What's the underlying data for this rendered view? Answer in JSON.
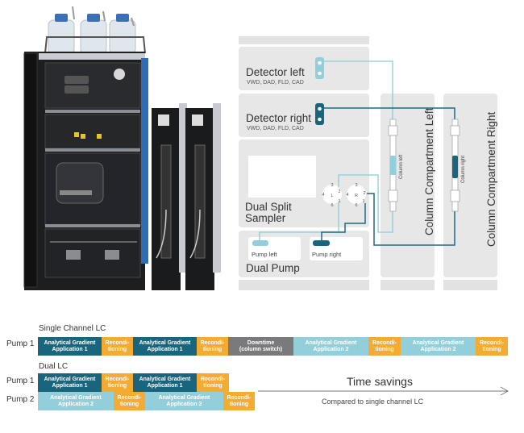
{
  "colors": {
    "dark_teal": "#19657e",
    "light_teal": "#93cedb",
    "orange": "#f4ab34",
    "gray": "#7a7a7c",
    "panel_gray": "#e7e7e8",
    "line_light": "#8ccbd8",
    "line_dark": "#1d6a80",
    "instrument_blue": "#2e6db5"
  },
  "schematic": {
    "detector_left": {
      "title": "Detector left",
      "subtitle": "VWD, DAD, FLD, CAD"
    },
    "detector_right": {
      "title": "Detector right",
      "subtitle": "VWD, DAD, FLD, CAD"
    },
    "sampler": {
      "title_line1": "Dual Split",
      "title_line2": "Sampler"
    },
    "valve_left": {
      "letter": "L",
      "ports": [
        "1",
        "2",
        "3",
        "4",
        "6"
      ]
    },
    "valve_right": {
      "letter": "R",
      "ports": [
        "1",
        "2",
        "3",
        "4",
        "6"
      ]
    },
    "pump": {
      "title": "Dual Pump",
      "left_label": "Pump left",
      "right_label": "Pump right"
    },
    "column_compartment_left": {
      "title": "Column Compartment Left",
      "column_label": "Column left"
    },
    "column_compartment_right": {
      "title": "Column Compartment Right",
      "column_label": "Column right"
    }
  },
  "timeline": {
    "single": {
      "title": "Single Channel LC",
      "rows": [
        {
          "label": "Pump 1",
          "segments": [
            {
              "text": [
                "Analytical Gradient",
                "Application 1"
              ],
              "type": "app1",
              "start": 0,
              "end": 79
            },
            {
              "text": [
                "Recondi-",
                "tioning"
              ],
              "type": "recon",
              "start": 79,
              "end": 118
            },
            {
              "text": [
                "Analytical Gradient",
                "Application 1"
              ],
              "type": "app1",
              "start": 118,
              "end": 197
            },
            {
              "text": [
                "Recondi-",
                "tioning"
              ],
              "type": "recon",
              "start": 197,
              "end": 236
            },
            {
              "text": [
                "Downtime",
                "(column switch)"
              ],
              "type": "down",
              "start": 236,
              "end": 317
            },
            {
              "text": [
                "Analytical Gradient",
                "Application 2"
              ],
              "type": "app2",
              "start": 317,
              "end": 410
            },
            {
              "text": [
                "Recondi-",
                "tioning"
              ],
              "type": "recon",
              "start": 410,
              "end": 450
            },
            {
              "text": [
                "Analytical Gradient",
                "Application 2"
              ],
              "type": "app2",
              "start": 450,
              "end": 543
            },
            {
              "text": [
                "Recondi-",
                "tioning"
              ],
              "type": "recon",
              "start": 543,
              "end": 583
            }
          ]
        }
      ]
    },
    "dual": {
      "title": "Dual LC",
      "rows": [
        {
          "label": "Pump 1",
          "segments": [
            {
              "text": [
                "Analytical Gradient",
                "Application 1"
              ],
              "type": "app1",
              "start": 0,
              "end": 79
            },
            {
              "text": [
                "Recondi-",
                "tioning"
              ],
              "type": "recon",
              "start": 79,
              "end": 118
            },
            {
              "text": [
                "Analytical Gradient",
                "Application 1"
              ],
              "type": "app1",
              "start": 118,
              "end": 197
            },
            {
              "text": [
                "Recondi-",
                "tioning"
              ],
              "type": "recon",
              "start": 197,
              "end": 237
            }
          ]
        },
        {
          "label": "Pump 2",
          "segments": [
            {
              "text": [
                "Analytical Gradient",
                "Application 2"
              ],
              "type": "app2",
              "start": 0,
              "end": 94
            },
            {
              "text": [
                "Recondi-",
                "tioning"
              ],
              "type": "recon",
              "start": 94,
              "end": 133
            },
            {
              "text": [
                "Analytical Gradient",
                "Application 2"
              ],
              "type": "app2",
              "start": 133,
              "end": 230
            },
            {
              "text": [
                "Recondi-",
                "tioning"
              ],
              "type": "recon",
              "start": 230,
              "end": 269
            }
          ]
        }
      ]
    },
    "time_savings": {
      "title": "Time savings",
      "subtitle": "Compared to single channel LC"
    }
  }
}
